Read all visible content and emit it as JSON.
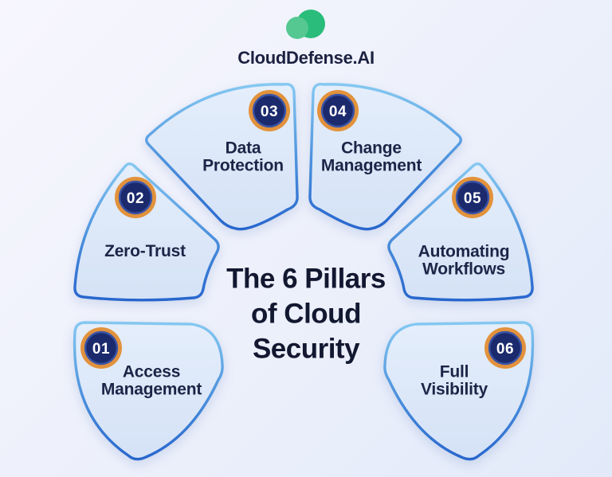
{
  "brand": {
    "name": "CloudDefense.AI",
    "logo_icon": "cloud-icon",
    "logo_colors": {
      "left_circle": "#54c890",
      "right_circle": "#2abc7a"
    }
  },
  "title": "The 6 Pillars\nof Cloud\nSecurity",
  "pillars": [
    {
      "number": "01",
      "label": "Access\nManagement"
    },
    {
      "number": "02",
      "label": "Zero-Trust"
    },
    {
      "number": "03",
      "label": "Data\nProtection"
    },
    {
      "number": "04",
      "label": "Change\nManagement"
    },
    {
      "number": "05",
      "label": "Automating\nWorkflows"
    },
    {
      "number": "06",
      "label": "Full\nVisibility"
    }
  ],
  "colors": {
    "badge_ring": "#e2923c",
    "badge_fill": "#1b2a6d",
    "badge_inner_rim": "#3a55a8",
    "petal_fill_top": "#e3edfb",
    "petal_fill_bottom": "#d6e2f6",
    "petal_stroke_top": "#85c8f1",
    "petal_stroke_bottom": "#2766cd",
    "label_text": "#1c2547",
    "title_text": "#131831",
    "number_text": "#ffffff",
    "background_top": "#f7f6fe",
    "background_bottom": "#e2eaf9"
  }
}
